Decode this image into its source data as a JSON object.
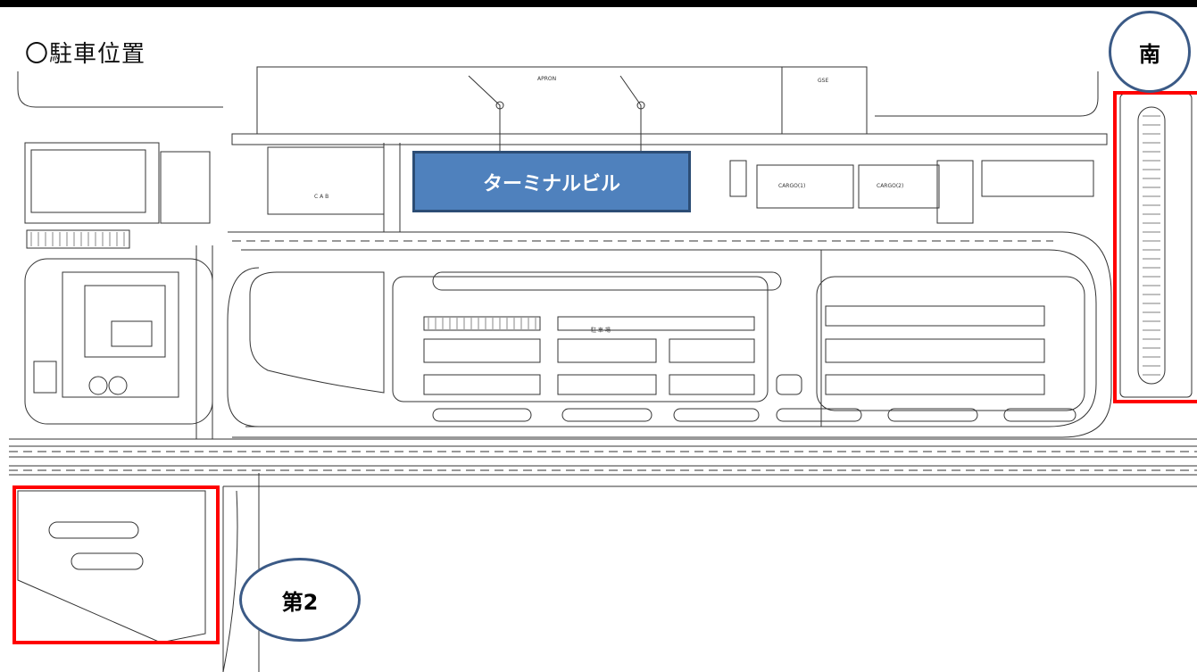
{
  "title": "〇駐車位置",
  "terminal": {
    "label": "ターミナルビル"
  },
  "areas": {
    "south": {
      "label": "南"
    },
    "second": {
      "label": "第2"
    }
  },
  "plan_labels": {
    "apron": "APRON",
    "gse": "GSE",
    "cab": "C A B",
    "cargo1": "CARGO(1)",
    "cargo2": "CARGO(2)",
    "parking": "駐 車 場"
  },
  "colors": {
    "terminal_fill": "#4f81bd",
    "highlight": "#ff0000",
    "circle_border": "#3b5a86"
  }
}
